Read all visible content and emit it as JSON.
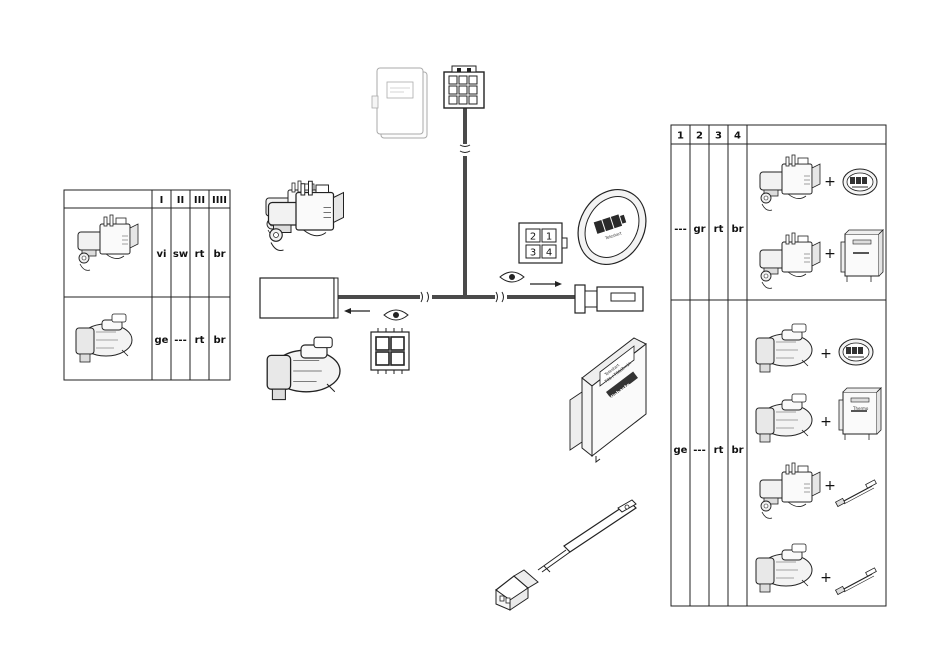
{
  "left_table": {
    "headers": [
      "I",
      "II",
      "III",
      "IIII"
    ],
    "rows": [
      {
        "component": "heater-thermo-top",
        "cells": [
          "vi",
          "sw",
          "rt",
          "br"
        ]
      },
      {
        "component": "heater-thermo-pro",
        "cells": [
          "ge",
          "---",
          "rt",
          "br"
        ]
      }
    ]
  },
  "right_table": {
    "headers": [
      "1",
      "2",
      "3",
      "4",
      ""
    ],
    "rows": [
      {
        "cells": [
          "---",
          "gr",
          "rt",
          "br"
        ],
        "combos": [
          "heater-thermo-top + telestart-transmitter",
          "heater-thermo-top + timer-module"
        ]
      },
      {
        "cells": [
          "ge",
          "---",
          "rt",
          "br"
        ],
        "combos": [
          "heater-thermo-pro + telestart-transmitter",
          "heater-thermo-pro + timer-module",
          "heater-thermo-top + temperature-sensor",
          "heater-thermo-pro + temperature-sensor"
        ]
      }
    ],
    "plus_sign": "+"
  },
  "connector_right": {
    "pins": [
      "2",
      "1",
      "3",
      "4"
    ]
  },
  "telestart_label": "Telestart",
  "receiver_labels": {
    "line1": "Telestart",
    "line2": "T91 / T90/Zm1h",
    "brand": "Webasto"
  },
  "timer_label": "Thermo",
  "icons": [
    "eye-icon",
    "arrow-right-icon",
    "arrow-left-icon",
    "wire-break-icon"
  ],
  "colors": {
    "wire": "#4a4a4a",
    "line": "#222222",
    "grey": "#888888"
  }
}
